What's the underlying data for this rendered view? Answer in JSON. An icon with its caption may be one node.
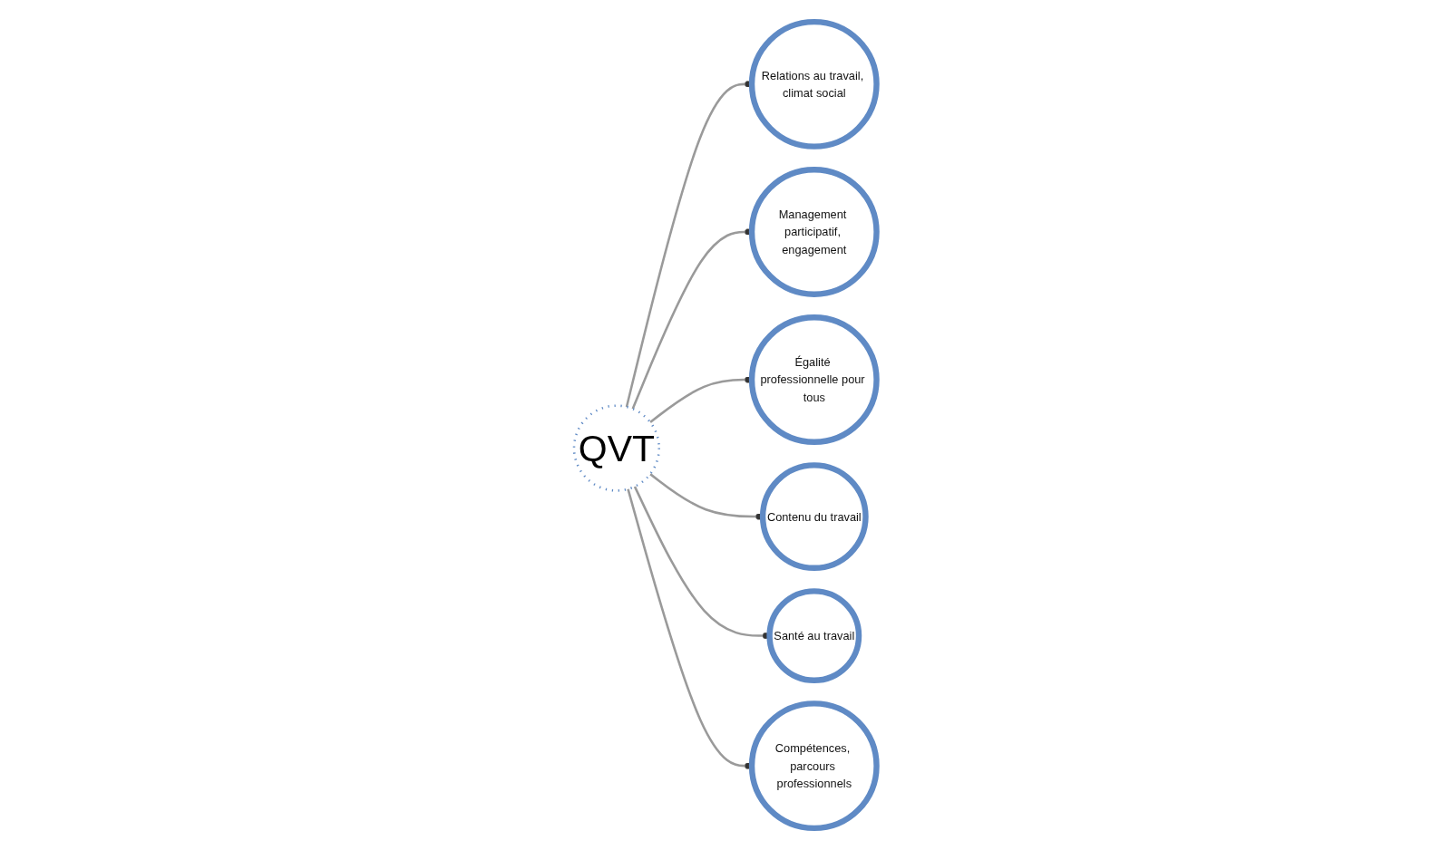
{
  "diagram": {
    "nodes": [
      {
        "text": [
          "QVT"
        ]
      },
      {
        "text": [
          "Relations au travail, climat social"
        ]
      },
      {
        "text": [
          "Management participatif, engagement"
        ]
      },
      {
        "text": [
          "Égalité professionnelle pour tous"
        ]
      },
      {
        "text": [
          "Contenu du travail"
        ]
      },
      {
        "text": [
          "Santé au travail"
        ]
      },
      {
        "text": [
          "Compétences, parcours professionnels"
        ]
      }
    ],
    "edges": [
      {
        "from": 0,
        "to": 1,
        "arrow": "other"
      },
      {
        "from": 0,
        "to": 2,
        "arrow": "other"
      },
      {
        "from": 0,
        "to": 3,
        "arrow": "other"
      },
      {
        "from": 0,
        "to": 4,
        "arrow": "other"
      },
      {
        "from": 0,
        "to": 5,
        "arrow": "other"
      },
      {
        "from": 0,
        "to": 6,
        "arrow": "other"
      }
    ]
  }
}
